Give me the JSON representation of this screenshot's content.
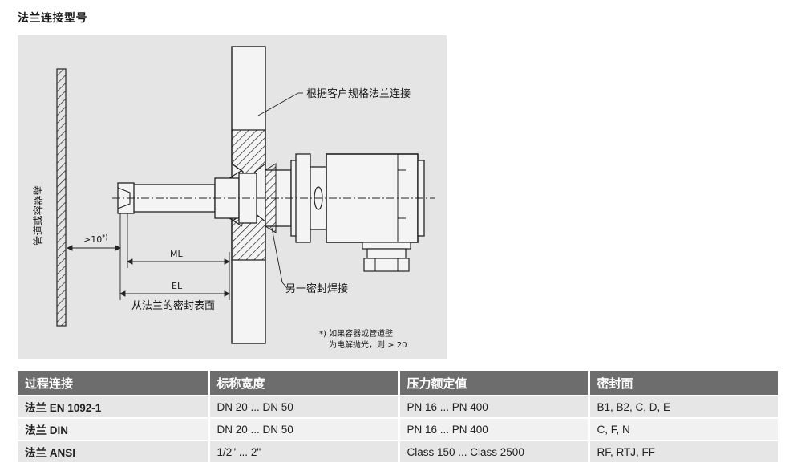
{
  "title": "法兰连接型号",
  "drawing": {
    "label_wall": "管道或容器壁",
    "label_flange_custom": "根据客户规格法兰连接",
    "label_dim_gap": ">10",
    "label_dim_gap_sup": "*)",
    "label_ml": "ML",
    "label_el": "EL",
    "label_seal_surface": "从法兰的密封表面",
    "label_weld": "另一密封焊接",
    "footnote_line1": "*) 如果容器或管道壁",
    "footnote_line2": "为电解抛光，则 > 20"
  },
  "table": {
    "headers": [
      "过程连接",
      "标称宽度",
      "压力额定值",
      "密封面"
    ],
    "rows": [
      [
        "法兰 EN 1092-1",
        "DN 20 ... DN 50",
        "PN 16 ... PN 400",
        "B1, B2, C, D, E"
      ],
      [
        "法兰 DIN",
        "DN 20 ... DN 50",
        "PN 16 ... PN 400",
        "C, F, N"
      ],
      [
        "法兰 ANSI",
        "1/2\" ... 2\"",
        "Class 150 ... Class 2500",
        "RF, RTJ, FF"
      ]
    ]
  }
}
